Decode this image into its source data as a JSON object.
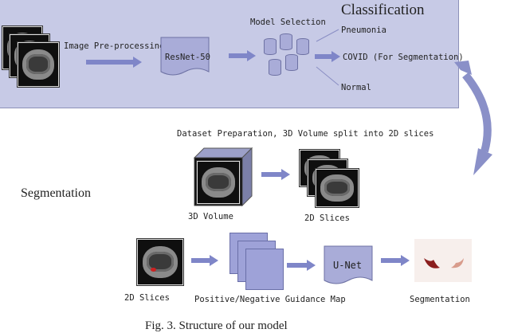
{
  "classification": {
    "title": "Classification",
    "preprocessing_label": "Image Pre-processing",
    "model_label": "ResNet-50",
    "model_selection_label": "Model Selection",
    "outputs": [
      "Pneumonia",
      "COVID (For Segmentation)",
      "Normal"
    ]
  },
  "dataset_prep_label": "Dataset Preparation, 3D Volume split into 2D slices",
  "segmentation": {
    "title": "Segmentation",
    "volume_label": "3D Volume",
    "slices_label": "2D Slices",
    "input_slices_label": "2D Slices",
    "guidance_label": "Positive/Negative Guidance Map",
    "unet_label": "U-Net",
    "output_label": "Segmentation"
  },
  "caption": "Fig. 3. Structure of our model",
  "colors": {
    "panel": "#c7cae6",
    "accent": "#7f86c8",
    "shape": "#a9acd8",
    "mask": "#8b1e1e"
  }
}
